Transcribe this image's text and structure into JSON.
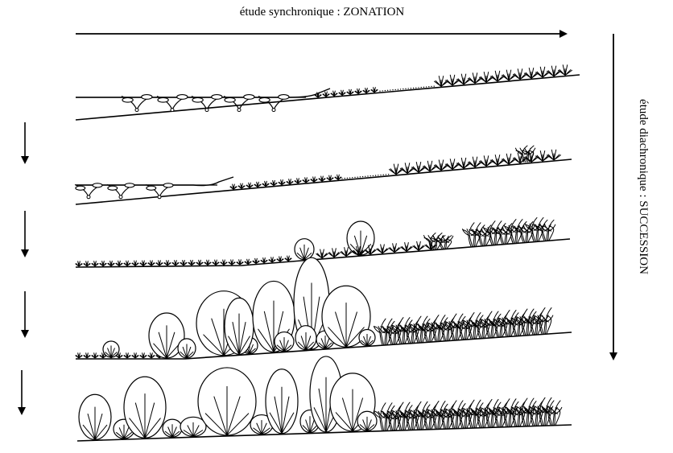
{
  "labels": {
    "synchronic": "étude synchronique : ZONATION",
    "diachronic": "étude diachronique : SUCCESSION"
  },
  "stages": [
    {
      "name": "stage-1-open-water"
    },
    {
      "name": "stage-2-sedge-spread"
    },
    {
      "name": "stage-3-first-shrubs"
    },
    {
      "name": "stage-4-shrub-thicket"
    },
    {
      "name": "stage-5-closed-shrubland"
    }
  ]
}
